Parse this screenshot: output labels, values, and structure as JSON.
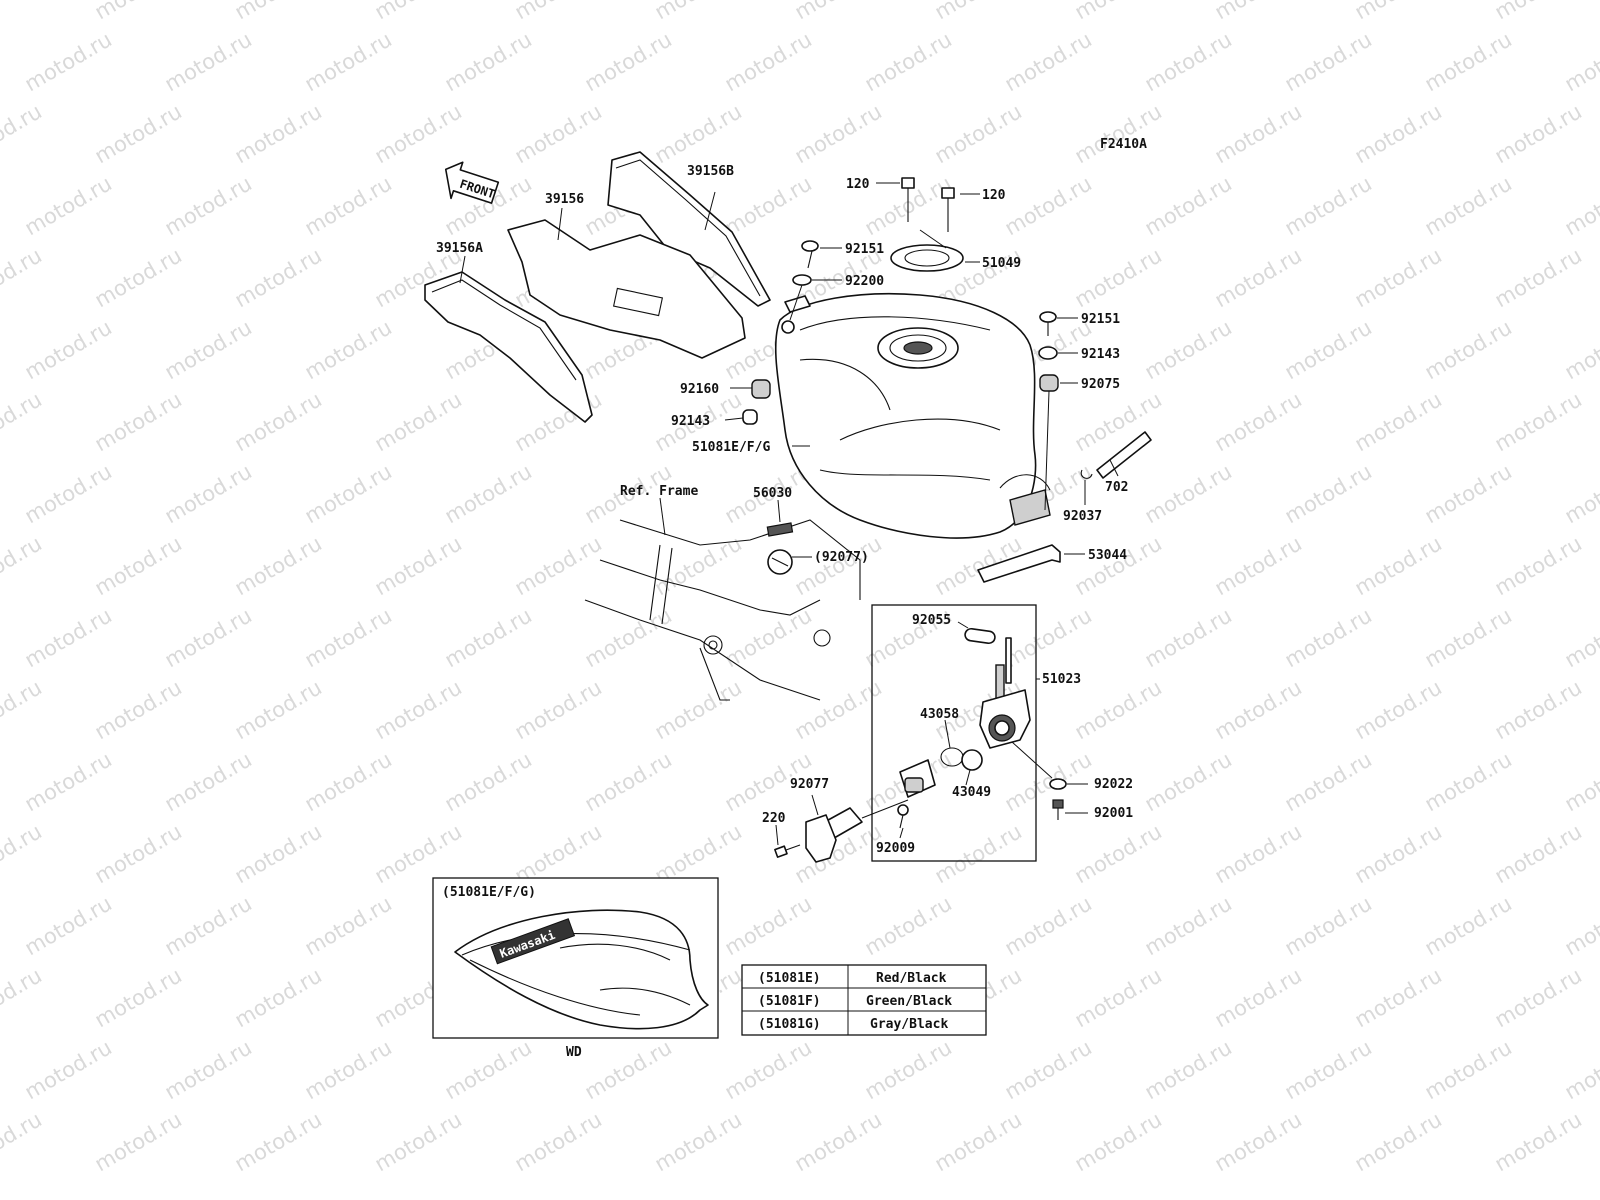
{
  "watermark": "motod.ru",
  "diagram_code": "F2410A",
  "front_arrow": "FRONT",
  "callouts": {
    "p39156b": "39156B",
    "p39156": "39156",
    "p39156a": "39156A",
    "p120a": "120",
    "p120b": "120",
    "p92151a": "92151",
    "p92200": "92200",
    "p51049": "51049",
    "p92151b": "92151",
    "p92143a": "92143",
    "p92075": "92075",
    "p92160": "92160",
    "p92143b": "92143",
    "p51081": "51081E/F/G",
    "p702": "702",
    "p92037": "92037",
    "p53044": "53044",
    "ref_frame": "Ref. Frame",
    "p56030": "56030",
    "p92077a": "(92077)",
    "p92055": "92055",
    "p51023": "51023",
    "p43058": "43058",
    "p43049": "43049",
    "p92022": "92022",
    "p92001": "92001",
    "p92077b": "92077",
    "p220": "220",
    "p92009": "92009"
  },
  "inset": {
    "title": "(51081E/F/G)",
    "brand": "Kawasaki",
    "caption": "WD"
  },
  "color_table": {
    "rows": [
      {
        "code": "(51081E)",
        "color": "Red/Black"
      },
      {
        "code": "(51081F)",
        "color": "Green/Black"
      },
      {
        "code": "(51081G)",
        "color": "Gray/Black"
      }
    ]
  }
}
